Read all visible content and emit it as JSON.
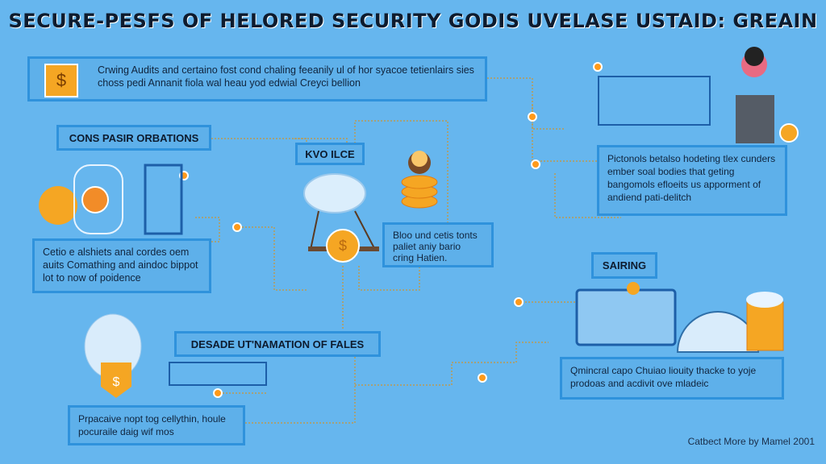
{
  "title": "SECURE-PESFS OF HELORED SECURITY GODIS UVELASE USTAID: GREAIN",
  "top_box": {
    "icon": "dollar-icon",
    "symbol": "$",
    "text": "Crwing Audits and certaino fost cond chaling feeanily ul of hor syacoe tetienlairs sies choss pedi Annanit fiola wal heau yod edwial Creyci bellion"
  },
  "section_ops": {
    "label": "CONS PASIR ORBATIONS",
    "text": "Cetio e alshiets anal cordes oem auits Comathing and aindoc bippot lot to now of poidence"
  },
  "section_kvo": {
    "label": "KVO ILCE",
    "text": "Bloo und cetis tonts paliet aniy bario cring Hatien."
  },
  "section_right_top": {
    "text": "Pictonols betalso hodeting tlex cunders ember soal bodies that geting bangomols efloeits us apporment of andiend pati-delitch"
  },
  "section_sairing": {
    "label": "SAIRING",
    "text": "Qmincral capo Chuiao liouity thacke to yoje prodoas and acdivit ove mladeic"
  },
  "section_desade": {
    "label": "DESADE UT'NAMATION OF FALES",
    "text": "Prpacaive nopt tog cellythin, houle pocuraile daig wif mos"
  },
  "footer": "Catbect More by Mamel 2001",
  "colors": {
    "background": "#66b6ee",
    "border": "#2f92dc",
    "accent": "#f5a623",
    "dot": "#ff9a1a"
  }
}
